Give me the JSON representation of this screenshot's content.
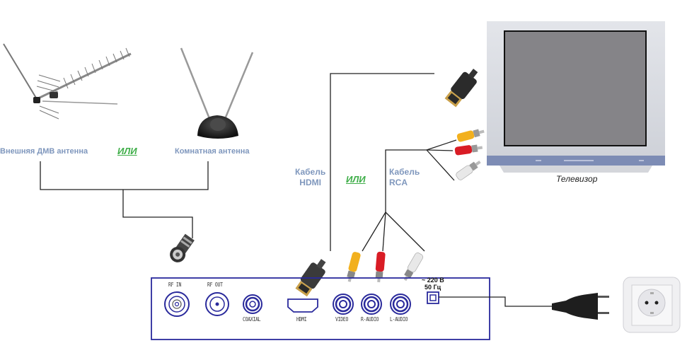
{
  "labels": {
    "outdoor_antenna": "Внешняя ДМВ антенна",
    "or_antennas": "ИЛИ",
    "indoor_antenna": "Комнатная антенна",
    "cable_hdmi_line1": "Кабель",
    "cable_hdmi_line2": "HDMI",
    "or_cables": "ИЛИ",
    "cable_rca_line1": "Кабель",
    "cable_rca_line2": "RCA",
    "tv": "Телевизор"
  },
  "receiver": {
    "ports": {
      "rf_in": "RF IN",
      "rf_out": "RF OUT",
      "coaxial": "COAXIAL",
      "hdmi": "HDMI",
      "video": "VIDEO",
      "r_audio": "R-AUDIO",
      "l_audio": "L-AUDIO"
    },
    "power_line1": "~ 220 В",
    "power_line2": "50 Гц"
  },
  "colors": {
    "label_blue": "#7f97bd",
    "or_green": "#3fae49",
    "receiver_outline": "#2a2a9c",
    "rca_yellow": "#f2b01e",
    "rca_red": "#d91c25",
    "rca_white": "#e8e8e8",
    "tv_screen": "#858488",
    "tv_frame": "#d9dbe0",
    "tv_bezel_bar": "#7d8cb5"
  }
}
